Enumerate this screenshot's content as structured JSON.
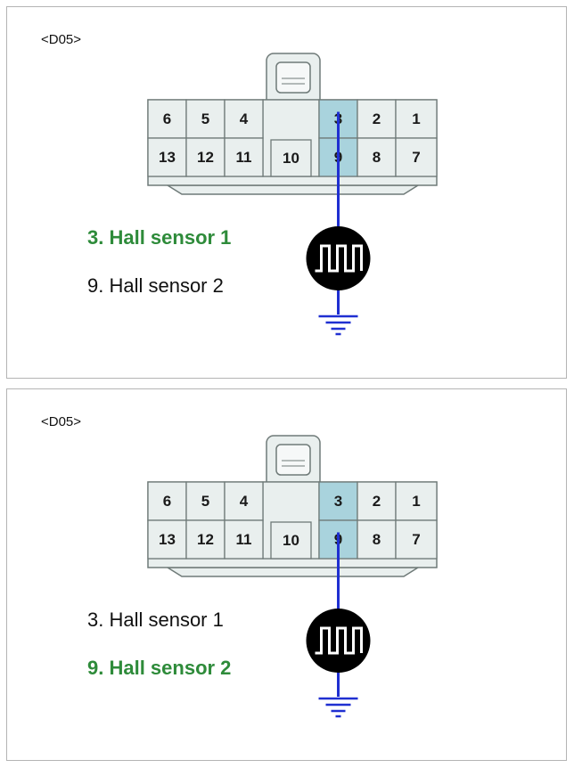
{
  "panels": [
    {
      "connector_id": "<D05>",
      "pins_top": [
        "6",
        "5",
        "4",
        "3",
        "2",
        "1"
      ],
      "pins_bottom": [
        "13",
        "12",
        "11",
        "10",
        "9",
        "8",
        "7"
      ],
      "highlighted_pins": [
        "3",
        "9"
      ],
      "wired_pin": "3",
      "legend": [
        {
          "text": "3. Hall sensor 1",
          "highlight": true
        },
        {
          "text": "9. Hall sensor 2",
          "highlight": false
        }
      ]
    },
    {
      "connector_id": "<D05>",
      "pins_top": [
        "6",
        "5",
        "4",
        "3",
        "2",
        "1"
      ],
      "pins_bottom": [
        "13",
        "12",
        "11",
        "10",
        "9",
        "8",
        "7"
      ],
      "highlighted_pins": [
        "3",
        "9"
      ],
      "wired_pin": "9",
      "legend": [
        {
          "text": "3. Hall sensor 1",
          "highlight": false
        },
        {
          "text": "9. Hall sensor 2",
          "highlight": true
        }
      ]
    }
  ],
  "colors": {
    "connector_fill": "#e9efee",
    "connector_stroke": "#6f7a78",
    "highlight_fill": "#a9d3dd",
    "wire": "#1f2fd1",
    "highlight_text": "#2e8b3a"
  }
}
